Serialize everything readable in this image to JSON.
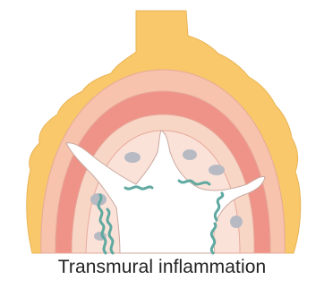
{
  "figure": {
    "caption": "Transmural inflammation",
    "layers": [
      {
        "name": "serosa-fat",
        "color": "#f9c86a"
      },
      {
        "name": "muscularis-outer",
        "color": "#f7c3ad"
      },
      {
        "name": "muscularis-inner",
        "color": "#ef9388"
      },
      {
        "name": "submucosa",
        "color": "#f8d6c6"
      },
      {
        "name": "mucosa",
        "color": "#fbe2d8"
      }
    ],
    "accents": {
      "fissure": "#ffffff",
      "fissure_outline": "#c9a9a0",
      "inflammatory_foci": "#b7bac2",
      "crypts": "#5fa9a0"
    }
  }
}
